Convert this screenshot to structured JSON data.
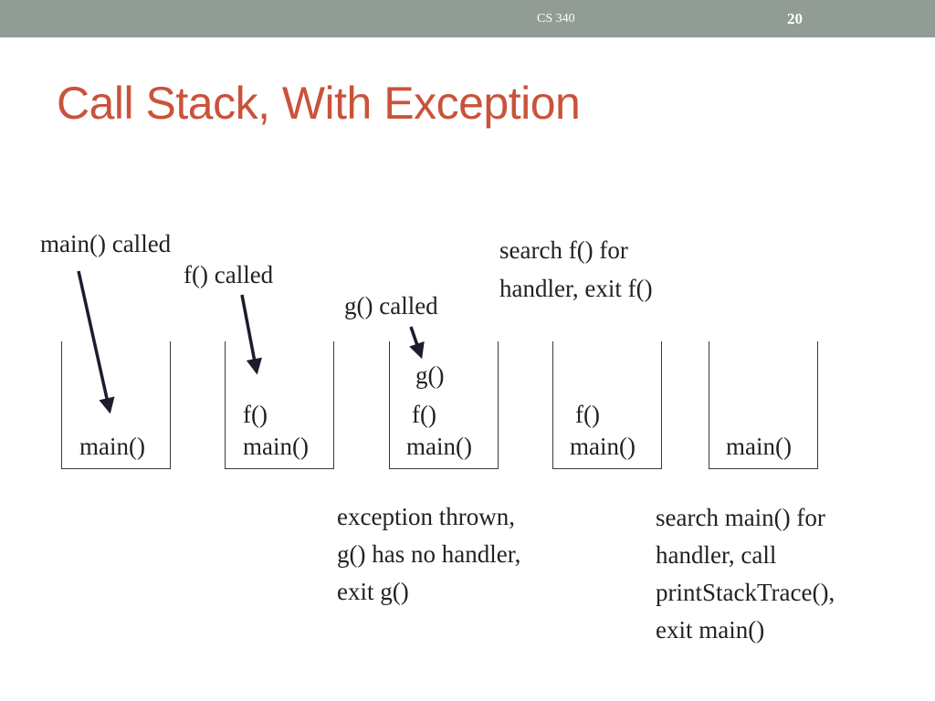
{
  "header": {
    "course": "CS 340",
    "slide_number": "20"
  },
  "title": "Call Stack, With Exception",
  "annotations": {
    "main_called": "main() called",
    "f_called": "f() called",
    "g_called": "g() called",
    "search_f": [
      "search f() for",
      "handler, exit f()"
    ],
    "exception_thrown": [
      "exception thrown,",
      "g() has no handler,",
      "exit g()"
    ],
    "search_main": [
      "search main() for",
      "handler, call",
      "printStackTrace(),",
      "exit main()"
    ]
  },
  "stacks": [
    {
      "frames": [
        "main()"
      ]
    },
    {
      "frames": [
        "f()",
        "main()"
      ]
    },
    {
      "frames": [
        "g()",
        "f()",
        "main()"
      ]
    },
    {
      "frames": [
        "f()",
        "main()"
      ]
    },
    {
      "frames": [
        "main()"
      ]
    }
  ]
}
